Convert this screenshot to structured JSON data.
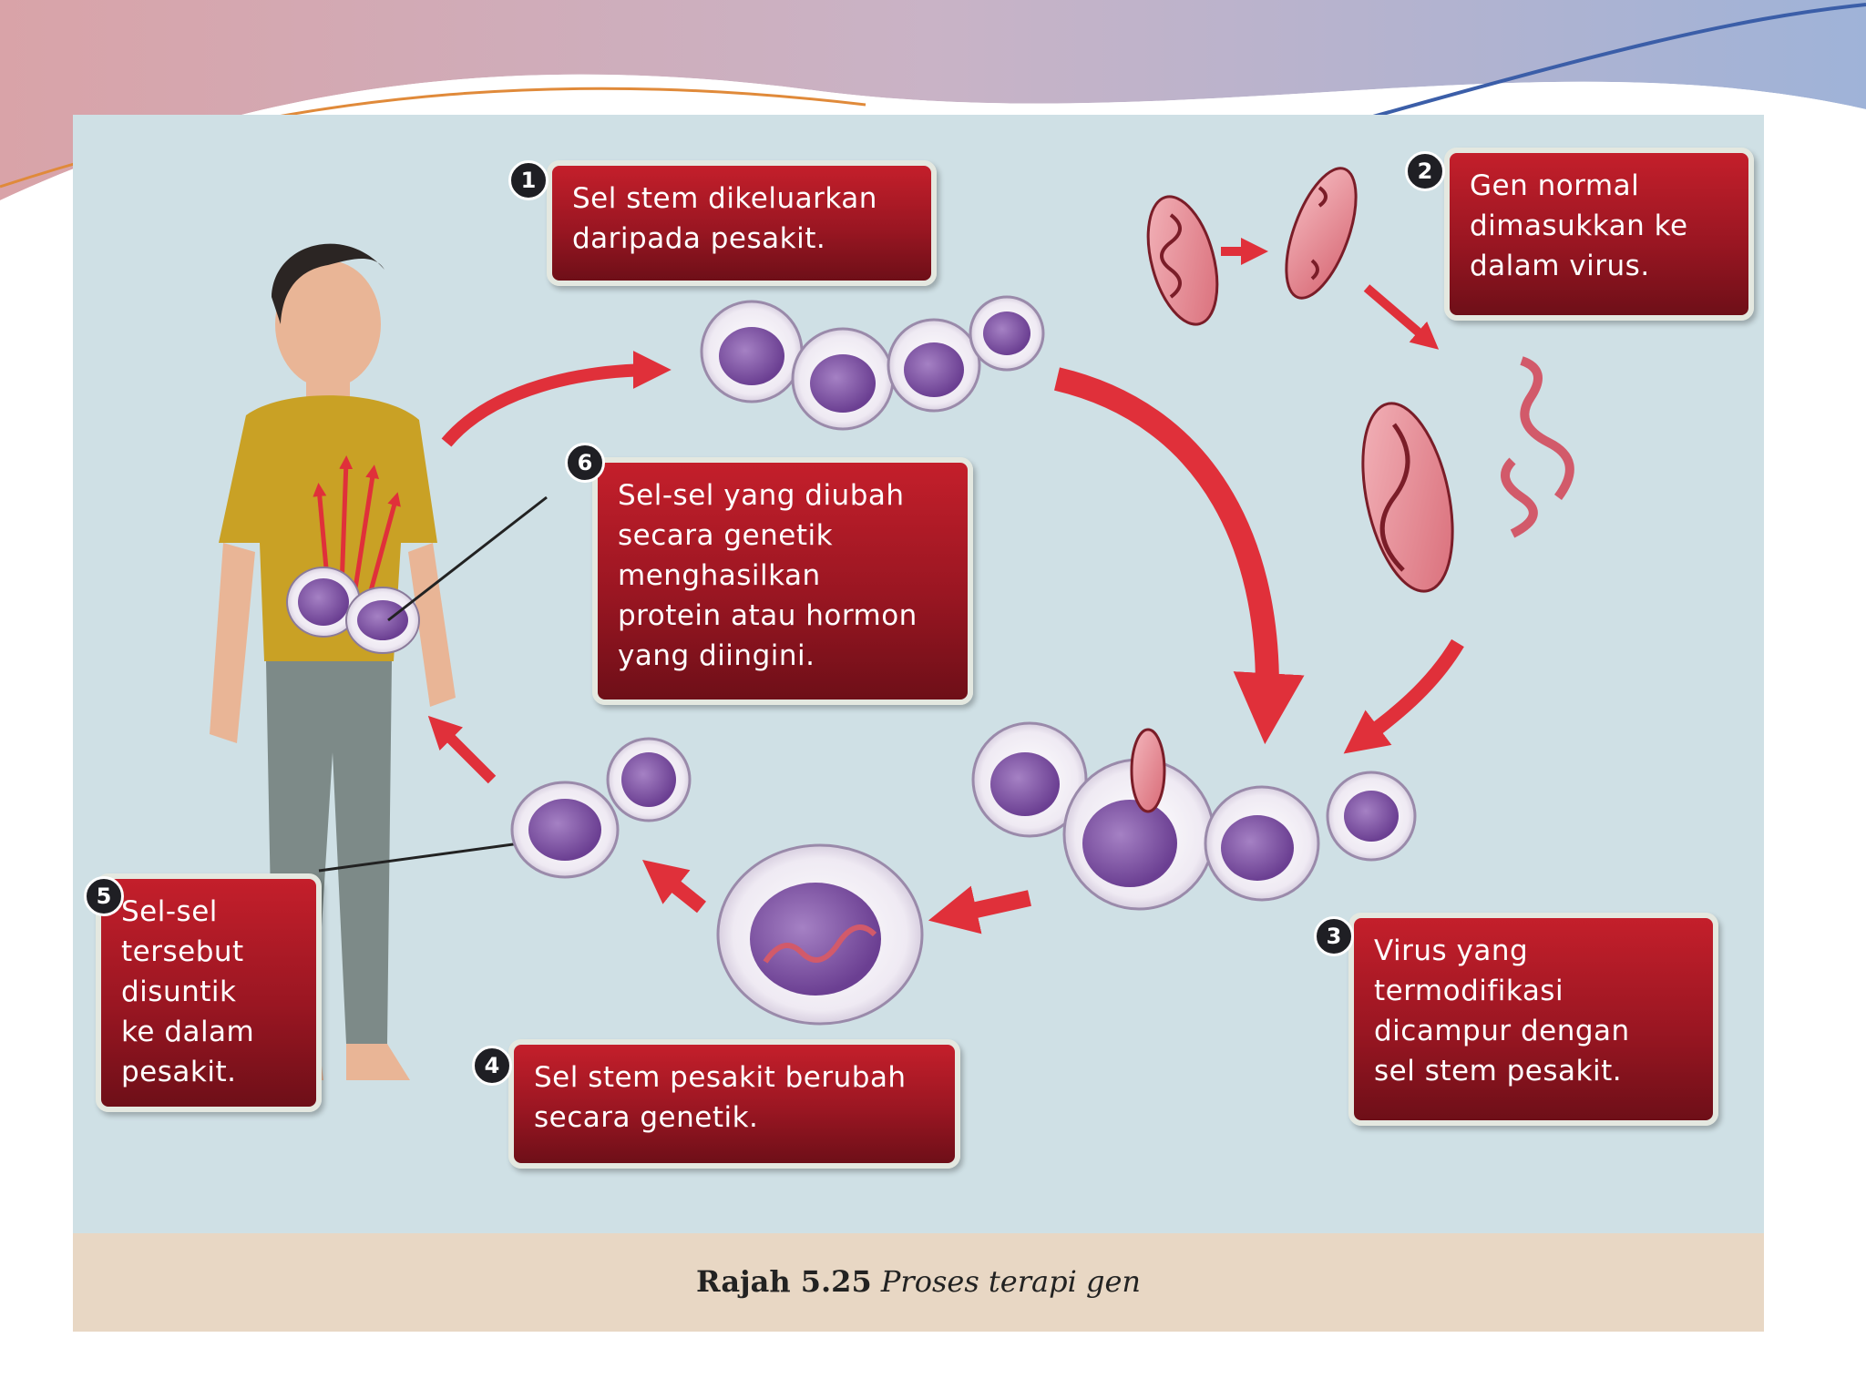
{
  "figure": {
    "steps": [
      {
        "number": "1",
        "text": "Sel stem dikeluarkan\ndaripada pesakit."
      },
      {
        "number": "2",
        "text": "Gen normal\ndimasukkan ke\ndalam virus."
      },
      {
        "number": "3",
        "text": "Virus yang\ntermodifikasi\ndicampur dengan\nsel stem pesakit."
      },
      {
        "number": "4",
        "text": "Sel stem pesakit berubah\nsecara genetik."
      },
      {
        "number": "5",
        "text": "Sel-sel\ntersebut\ndisuntik\nke dalam\npesakit."
      },
      {
        "number": "6",
        "text": "Sel-sel yang diubah\nsecara genetik\nmenghasilkan\nprotein atau hormon\nyang diingini."
      }
    ],
    "caption_label": "Rajah 5.25",
    "caption_title": "Proses terapi gen"
  },
  "colors": {
    "callout_red": "#a81b26",
    "arrow_red": "#e0303a",
    "cell_purple": "#7b4f9e",
    "background_blue": "#cfe0e5"
  }
}
